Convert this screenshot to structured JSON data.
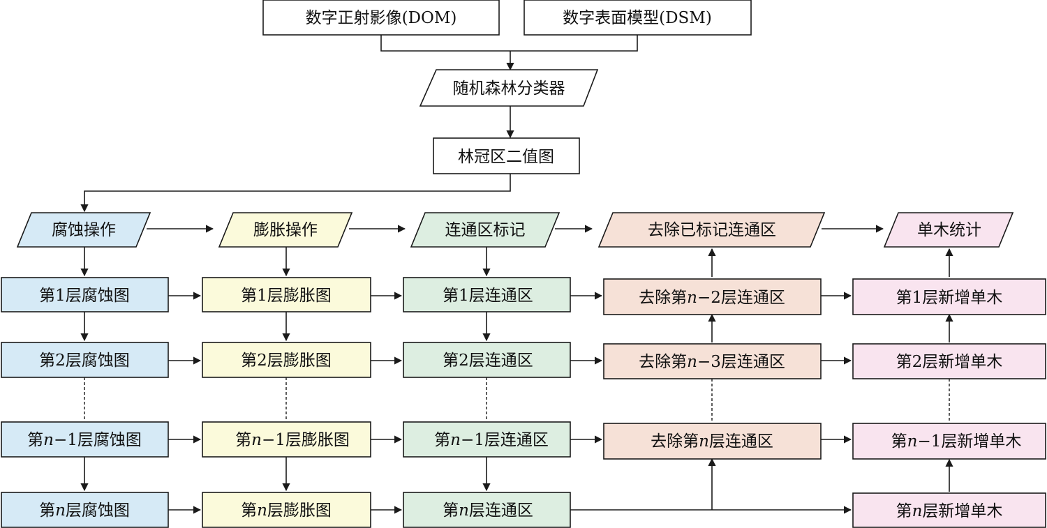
{
  "colors": {
    "erosion": "#d6eaf6",
    "dilation": "#fbfadb",
    "component": "#ddeee1",
    "remove": "#f6e1d7",
    "tree": "#f9e4ef",
    "plain": "#ffffff"
  },
  "nodes": {
    "dom": "数字正射影像(DOM)",
    "dsm": "数字表面模型(DSM)",
    "rf": "随机森林分类器",
    "binary": "林冠区二值图",
    "erode_op": "腐蚀操作",
    "dilate_op": "膨胀操作",
    "label_op": "连通区标记",
    "remove_op": "去除已标记连通区",
    "count_op": "单木统计",
    "e1": "第1层腐蚀图",
    "e2": "第2层腐蚀图",
    "en1_pre": "第",
    "en1_n": "n",
    "en1_post": "−1层腐蚀图",
    "en_pre": "第",
    "en_n": "n",
    "en_post": "层腐蚀图",
    "d1": "第1层膨胀图",
    "d2": "第2层膨胀图",
    "dn1_pre": "第",
    "dn1_n": "n",
    "dn1_post": "−1层膨胀图",
    "dn_pre": "第",
    "dn_n": "n",
    "dn_post": "层膨胀图",
    "c1": "第1层连通区",
    "c2": "第2层连通区",
    "cn1_pre": "第",
    "cn1_n": "n",
    "cn1_post": "−1层连通区",
    "cn_pre": "第",
    "cn_n": "n",
    "cn_post": "层连通区",
    "r1_pre": "去除第",
    "r1_n": "n",
    "r1_post": "−2层连通区",
    "r2_pre": "去除第",
    "r2_n": "n",
    "r2_post": "−3层连通区",
    "r3_pre": "去除第",
    "r3_n": "n",
    "r3_post": "层连通区",
    "t1": "第1层新增单木",
    "t2": "第2层新增单木",
    "tn1_pre": "第",
    "tn1_n": "n",
    "tn1_post": "−1层新增单木",
    "tn_pre": "第",
    "tn_n": "n",
    "tn_post": "层新增单木"
  }
}
